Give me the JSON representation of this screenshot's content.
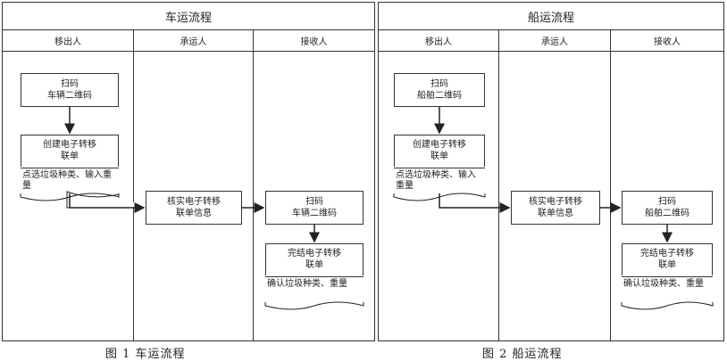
{
  "left": {
    "title": "车运流程",
    "lanes": [
      "移出人",
      "承运人",
      "接收人"
    ],
    "scan_box": [
      "扫码",
      "车辆二维码"
    ],
    "create_doc": [
      "创建电子转移",
      "联单"
    ],
    "create_sub": "点选垃圾种类、输入重量",
    "verify_box": [
      "核实电子转移",
      "联单信息"
    ],
    "recv_scan": [
      "扫码",
      "车辆二维码"
    ],
    "finish_doc": [
      "完结电子转移",
      "联单"
    ],
    "finish_sub": "确认垃圾种类、重量",
    "caption": "图 1 车运流程"
  },
  "right": {
    "title": "船运流程",
    "lanes": [
      "移出人",
      "承运人",
      "接收人"
    ],
    "scan_box": [
      "扫码",
      "船舶二维码"
    ],
    "create_doc": [
      "创建电子转移",
      "联单"
    ],
    "create_sub": "点选垃圾种类、输入重量",
    "verify_box": [
      "核实电子转移",
      "联单信息"
    ],
    "recv_scan": [
      "扫码",
      "船舶二维码"
    ],
    "finish_doc": [
      "完结电子转移",
      "联单"
    ],
    "finish_sub": "确认垃圾种类、重量",
    "caption": "图 2 船运流程"
  }
}
